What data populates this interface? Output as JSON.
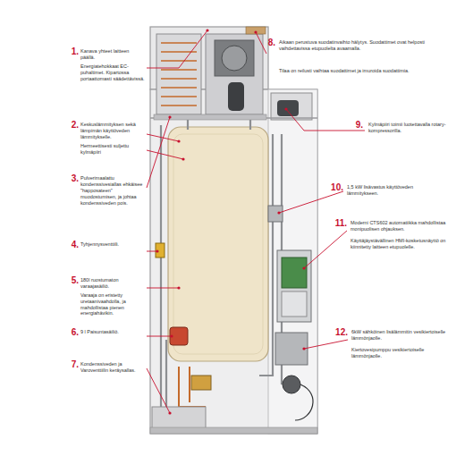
{
  "diagram": {
    "labels": [
      "1.",
      "Kanava yhteet laitteen päällä.",
      "Energiatehokkaat EC-puhaltimet. Kipartossa portaattomasti säädettävissä.",
      "2.",
      "Keskuslämmityksen sekä lämpimän käyttöveden lämmitykselle.",
      "Hermeettisesti suljettu kylmäpiiri",
      "3.",
      "Pulverimaalattu kondenssivesiallas ehkäisee \"happosateen\" muodostumisen, ja johtaa kondenssiveden pois.",
      "4.",
      "Tyhjennysventtiili.",
      "5.",
      "180l ruostumaton varaajasäiliö.",
      "Varaaja on eristetty uretaanivaahdolla, ja mahdollistaa pienen energiahävikin.",
      "6.",
      "9 l Paisuntasäiliö.",
      "7.",
      "Kondenssiveden ja Varoventtiilin keräysallas.",
      "8.",
      "Aikaan perustuva suodatinvaihto hälytys. Suodattimet ovat helposti vaihdettavissa etupuolelta avaamalla.",
      "Tilaa on reilusti vaihtaa suodattimet ja imuroida suodattimia.",
      "9.",
      "Kylmäpiiri toimii luotettavalla rotary-kompressorilla.",
      "10.",
      "1,5 kW lisävastus käyttöveden lämmitykseen.",
      "11.",
      "Moderni CTS602 automatiikka mahdollistaa monipuolisen ohjauksen.",
      "Käyttäjäystävällinen HMI-kosketusnäyttö on kiinnitetty laitteen etupuolelle.",
      "12.",
      "6kW sähköinen lisälämmitin vesikiertoiselle lämmönjaolle.",
      "Kiertovesipumppu vesikiertoiselle lämmönjaolle."
    ]
  }
}
